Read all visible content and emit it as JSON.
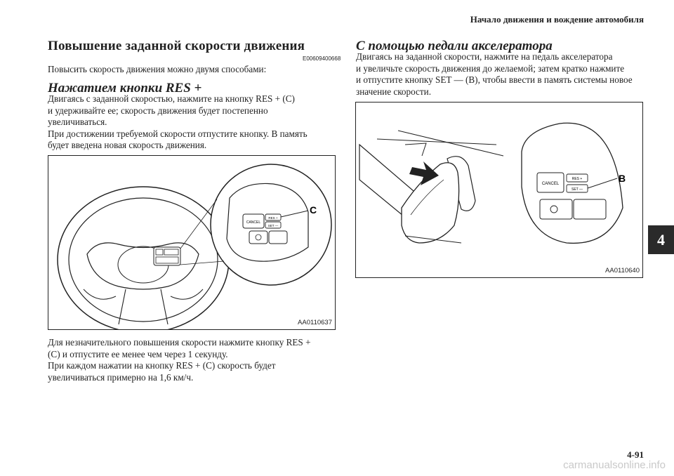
{
  "header": {
    "running_title": "Начало движения и вождение автомобиля"
  },
  "section": {
    "title": "Повышение заданной скорости движения",
    "code": "E00609400668",
    "intro": "Повысить скорость движения можно двумя способами:"
  },
  "left": {
    "subtitle": "Нажатием кнопки RES +",
    "paragraph": [
      "Двигаясь с заданной скоростью, нажмите на кнопку RES + (C)",
      "и удерживайте ее; скорость движения будет постепенно",
      "увеличиваться.",
      "При достижении требуемой скорости отпустите кнопку. В память",
      "будет введена новая скорость движения."
    ],
    "figure_id": "AA0110637",
    "callout": "C",
    "note": [
      "Для незначительного повышения скорости нажмите кнопку RES +",
      "(C) и отпустите ее менее чем через 1 секунду.",
      "При каждом нажатии на кнопку RES + (C) скорость будет",
      "увеличиваться примерно на 1,6 км/ч."
    ]
  },
  "right": {
    "subtitle": "С помощью педали акселератора",
    "paragraph": [
      "Двигаясь на заданной скорости, нажмите на педаль акселератора",
      "и увеличьте скорость движения до желаемой; затем кратко нажмите",
      "и отпустите кнопку SET — (B), чтобы ввести в память системы новое",
      "значение скорости."
    ],
    "figure_id": "AA0110640",
    "callout": "B"
  },
  "buttons": {
    "cancel": "CANCEL",
    "res": "RES +",
    "set": "SET —"
  },
  "tab": {
    "chapter": "4"
  },
  "footer": {
    "page_number": "4-91",
    "watermark": "carmanualsonline.info"
  }
}
